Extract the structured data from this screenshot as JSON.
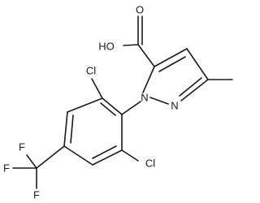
{
  "molecule": {
    "labels": {
      "oxygen_carbonyl": "O",
      "hydroxyl": "HO",
      "nitrogen_1": "N",
      "nitrogen_2": "N",
      "chlorine_top": "Cl",
      "chlorine_bottom": "Cl",
      "fluorine_1": "F",
      "fluorine_2": "F",
      "fluorine_3": "F"
    }
  }
}
